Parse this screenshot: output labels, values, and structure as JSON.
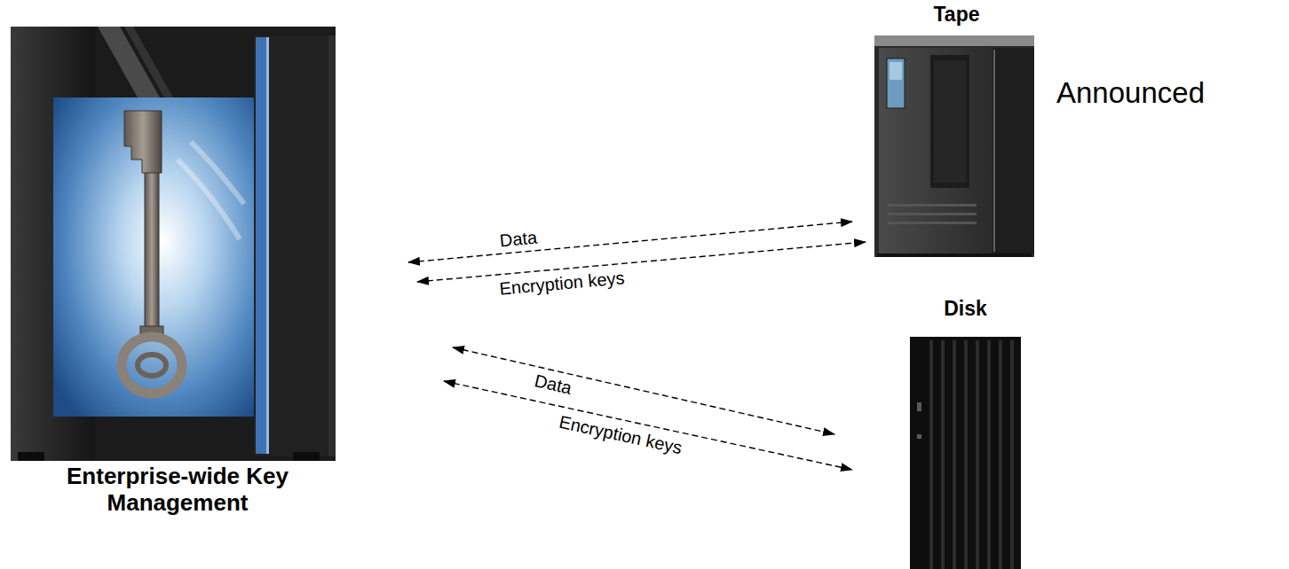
{
  "diagram": {
    "nodes": [
      {
        "text": [
          "Enterprise-wide Key Management"
        ]
      },
      {
        "text": [
          "Tape"
        ]
      },
      {
        "text": [
          "Disk"
        ]
      }
    ],
    "edges": [
      {
        "from": 0,
        "to": 1,
        "arrow": "both",
        "label": "Data"
      },
      {
        "from": 0,
        "to": 1,
        "arrow": "both",
        "label": "Encryption keys"
      },
      {
        "from": 0,
        "to": 2,
        "arrow": "both",
        "label": "Data"
      },
      {
        "from": 0,
        "to": 2,
        "arrow": "both",
        "label": "Encryption keys"
      }
    ],
    "labels": [
      "Announced"
    ]
  }
}
